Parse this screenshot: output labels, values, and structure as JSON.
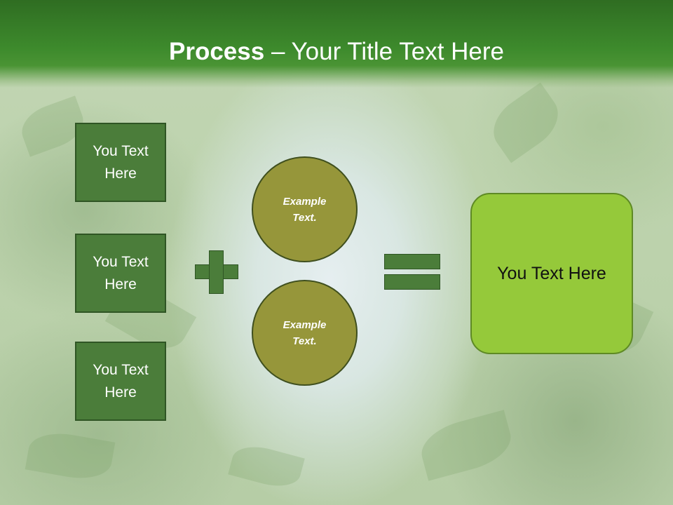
{
  "slide": {
    "title_bold": "Process",
    "title_rest": " – Your Title Text Here",
    "left_boxes": [
      "You Text Here",
      "You Text Here",
      "You Text Here"
    ],
    "circles": [
      "Example Text.",
      "Example Text."
    ],
    "result_text": "You Text Here"
  },
  "colors": {
    "header": "#3d8a2c",
    "box_fill": "#4b7d3a",
    "circle_fill": "#96963a",
    "result_fill": "#95c93a"
  },
  "icons": [
    "plus-icon",
    "equals-icon"
  ]
}
